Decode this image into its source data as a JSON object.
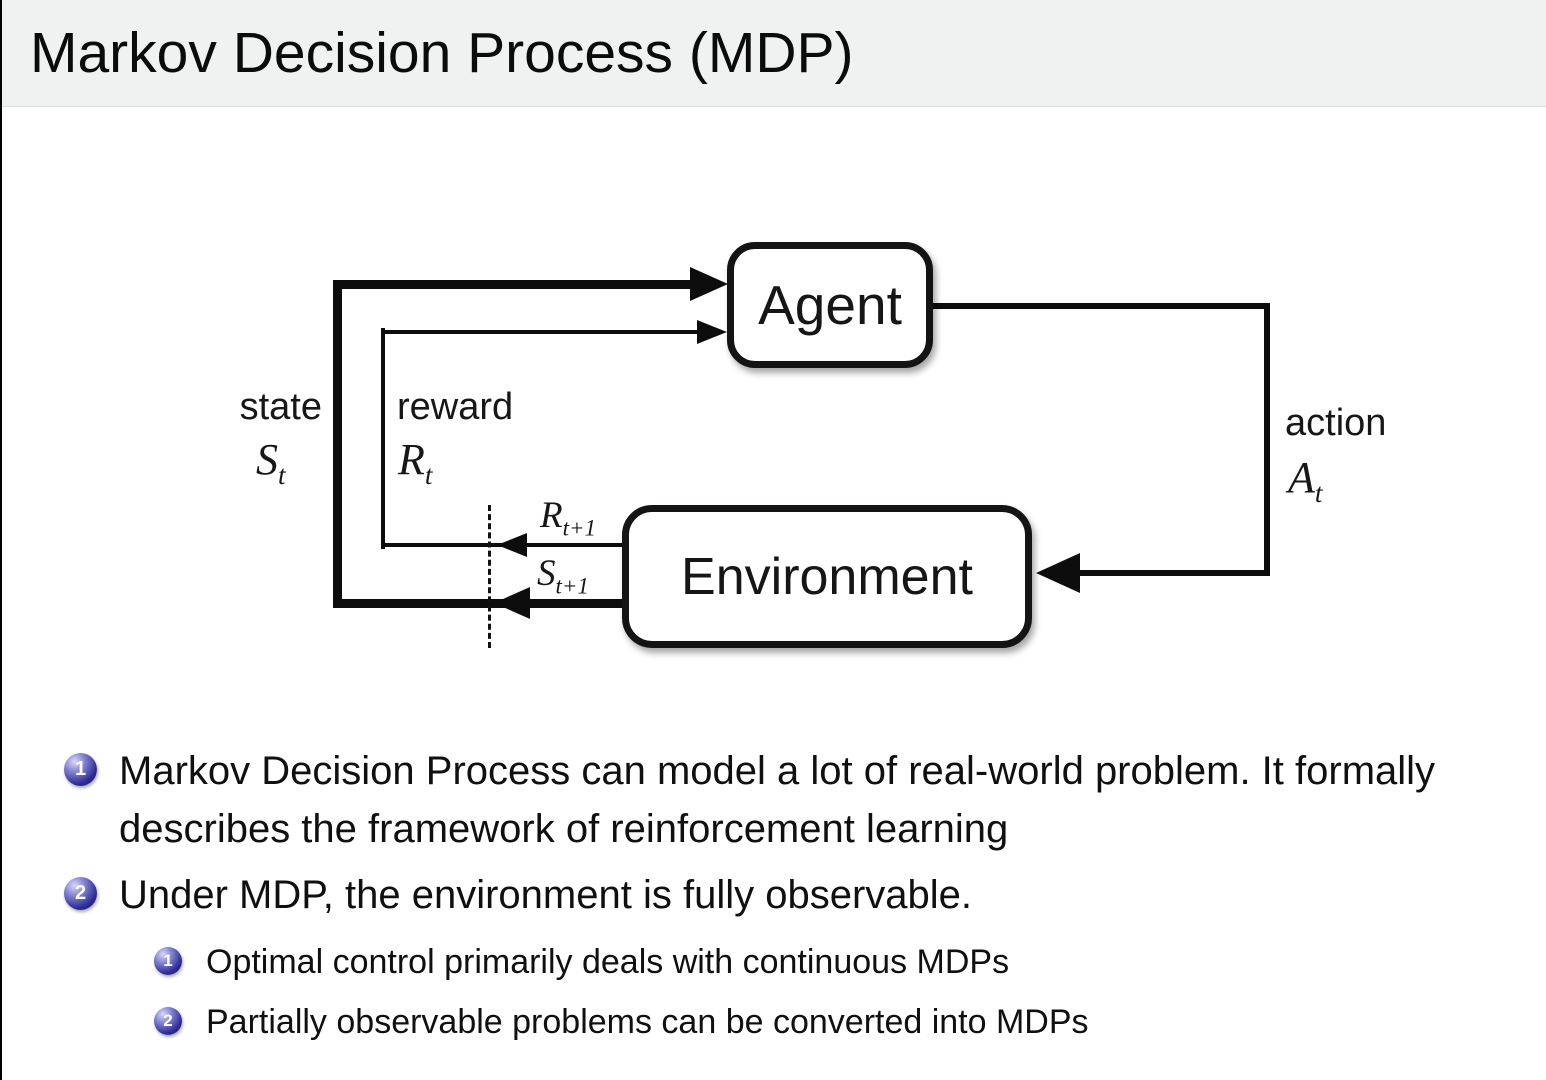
{
  "title": "Markov Decision Process (MDP)",
  "diagram": {
    "agent_label": "Agent",
    "environment_label": "Environment",
    "state_word": "state",
    "reward_word": "reward",
    "action_word": "action",
    "state_symbol": {
      "base": "S",
      "sub": "t"
    },
    "reward_symbol": {
      "base": "R",
      "sub": "t"
    },
    "action_symbol": {
      "base": "A",
      "sub": "t"
    },
    "next_reward_symbol": {
      "base": "R",
      "sub": "t+1"
    },
    "next_state_symbol": {
      "base": "S",
      "sub": "t+1"
    }
  },
  "bullets": {
    "items": [
      {
        "number": "1",
        "text": "Markov Decision Process can model a lot of real-world problem. It formally describes the framework of reinforcement learning"
      },
      {
        "number": "2",
        "text": "Under MDP, the environment is fully observable.",
        "subitems": [
          {
            "number": "1",
            "text": "Optimal control primarily deals with continuous MDPs"
          },
          {
            "number": "2",
            "text": "Partially observable problems can be converted into MDPs"
          }
        ]
      }
    ]
  },
  "colors": {
    "title_bar_bg": "#f0f1f1",
    "badge_blue": "#2d2d96",
    "line_black": "#0d0d0d"
  }
}
